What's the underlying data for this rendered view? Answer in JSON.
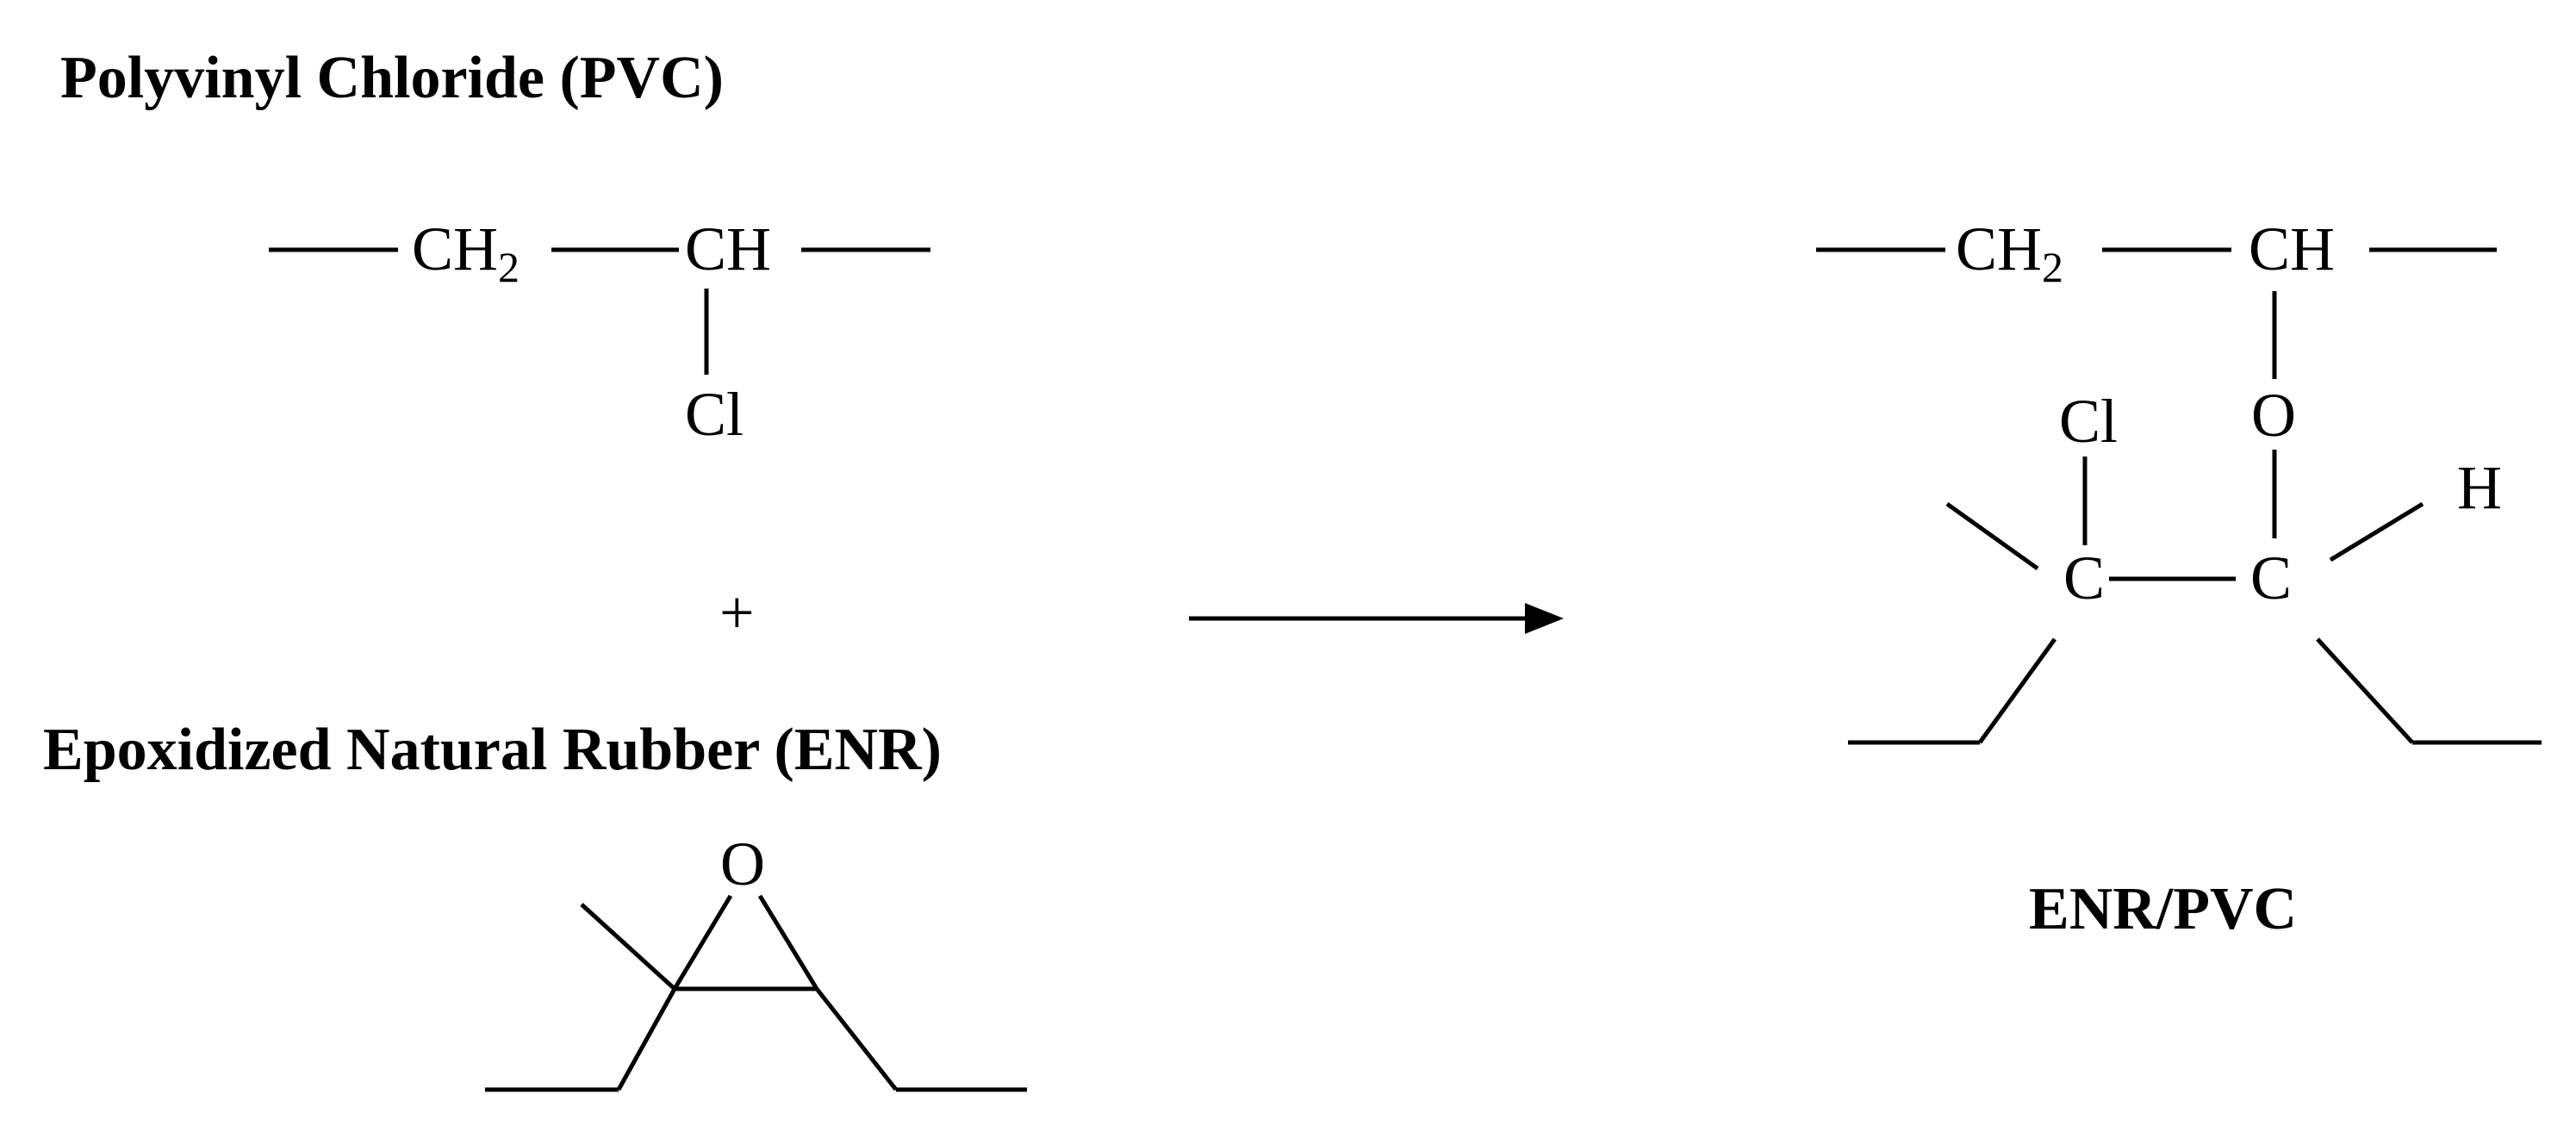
{
  "pvc": {
    "title": "Polyvinyl Chloride (PVC)",
    "ch2": "CH",
    "ch2_subscript": "2",
    "ch": "CH",
    "cl": "Cl"
  },
  "plus": "+",
  "enr": {
    "title": "Epoxidized Natural Rubber (ENR)",
    "oxygen": "O"
  },
  "product": {
    "ch2": "CH",
    "ch2_subscript": "2",
    "ch": "CH",
    "cl": "Cl",
    "oxygen": "O",
    "hydrogen": "H",
    "carbon_left": "C",
    "carbon_right": "C",
    "label": "ENR/PVC"
  }
}
